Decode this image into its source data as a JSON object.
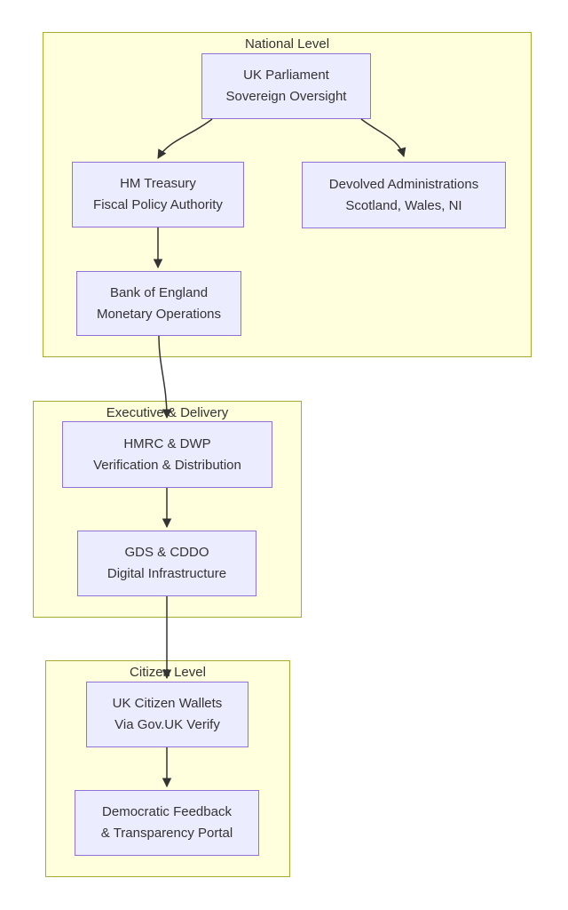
{
  "diagram": {
    "type": "flowchart",
    "direction": "top-down",
    "clusters": {
      "national": {
        "title": "National Level"
      },
      "executive": {
        "title": "Executive & Delivery"
      },
      "citizen": {
        "title": "Citizen Level"
      }
    },
    "nodes": {
      "parliament": {
        "line1": "UK Parliament",
        "line2": "Sovereign Oversight"
      },
      "treasury": {
        "line1": "HM Treasury",
        "line2": "Fiscal Policy Authority"
      },
      "devolved": {
        "line1": "Devolved Administrations",
        "line2": "Scotland, Wales, NI"
      },
      "boe": {
        "line1": "Bank of England",
        "line2": "Monetary Operations"
      },
      "hmrc": {
        "line1": "HMRC & DWP",
        "line2": "Verification & Distribution"
      },
      "gds": {
        "line1": "GDS & CDDO",
        "line2": "Digital Infrastructure"
      },
      "wallets": {
        "line1": "UK Citizen Wallets",
        "line2": "Via Gov.UK Verify"
      },
      "feedback": {
        "line1": "Democratic Feedback",
        "line2": "& Transparency Portal"
      }
    },
    "edges": [
      {
        "from": "parliament",
        "to": "treasury"
      },
      {
        "from": "parliament",
        "to": "devolved"
      },
      {
        "from": "treasury",
        "to": "boe"
      },
      {
        "from": "boe",
        "to": "hmrc"
      },
      {
        "from": "hmrc",
        "to": "gds"
      },
      {
        "from": "gds",
        "to": "wallets"
      },
      {
        "from": "wallets",
        "to": "feedback"
      }
    ]
  },
  "colors": {
    "cluster_fill": "#ffffde",
    "cluster_border": "#aaaa33",
    "node_fill": "#ececff",
    "node_border": "#9370db",
    "text_color": "#333333",
    "arrow_color": "#333333",
    "page_bg": "#ffffff"
  }
}
